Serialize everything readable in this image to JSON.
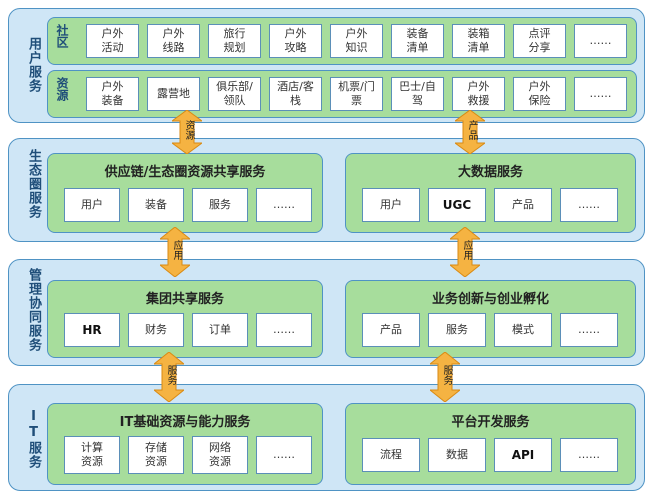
{
  "layers": {
    "user_services": {
      "label": "用户服务",
      "community": {
        "label": "社区",
        "items": [
          "户外\n活动",
          "户外\n线路",
          "旅行\n规划",
          "户外\n攻略",
          "户外\n知识",
          "装备\n清单",
          "装箱\n清单",
          "点评\n分享",
          "……"
        ]
      },
      "resources": {
        "label": "资源",
        "items": [
          "户外\n装备",
          "露营地",
          "俱乐部/\n领队",
          "酒店/客\n栈",
          "机票/门\n票",
          "巴士/自\n驾",
          "户外\n救援",
          "户外\n保险",
          "……"
        ]
      }
    },
    "ecosystem_services": {
      "label": "生态圈服务",
      "supply_chain": {
        "title": "供应链/生态圈资源共享服务",
        "items": [
          "用户",
          "装备",
          "服务",
          "……"
        ]
      },
      "big_data": {
        "title": "大数据服务",
        "items": [
          "用户",
          "UGC",
          "产品",
          "……"
        ]
      }
    },
    "management_services": {
      "label": "管理协同服务",
      "group_shared": {
        "title": "集团共享服务",
        "items": [
          "HR",
          "财务",
          "订单",
          "……"
        ]
      },
      "innovation": {
        "title": "业务创新与创业孵化",
        "items": [
          "产品",
          "服务",
          "模式",
          "……"
        ]
      }
    },
    "it_services": {
      "label": "IT服务",
      "infrastructure": {
        "title": "IT基础资源与能力服务",
        "items": [
          "计算\n资源",
          "存储\n资源",
          "网络\n资源",
          "……"
        ]
      },
      "platform_dev": {
        "title": "平台开发服务",
        "items": [
          "流程",
          "数据",
          "API",
          "……"
        ]
      }
    }
  },
  "connectors": {
    "user_eco_left": "资源",
    "user_eco_right": "产品",
    "eco_mgmt_left": "应用",
    "eco_mgmt_right": "应用",
    "mgmt_it_left": "服务",
    "mgmt_it_right": "服务"
  },
  "colors": {
    "layer_bg": "#cfe6f6",
    "panel_bg": "#a7dd9c",
    "border": "#4f93c4",
    "arrow_fill": "#f5b342"
  }
}
